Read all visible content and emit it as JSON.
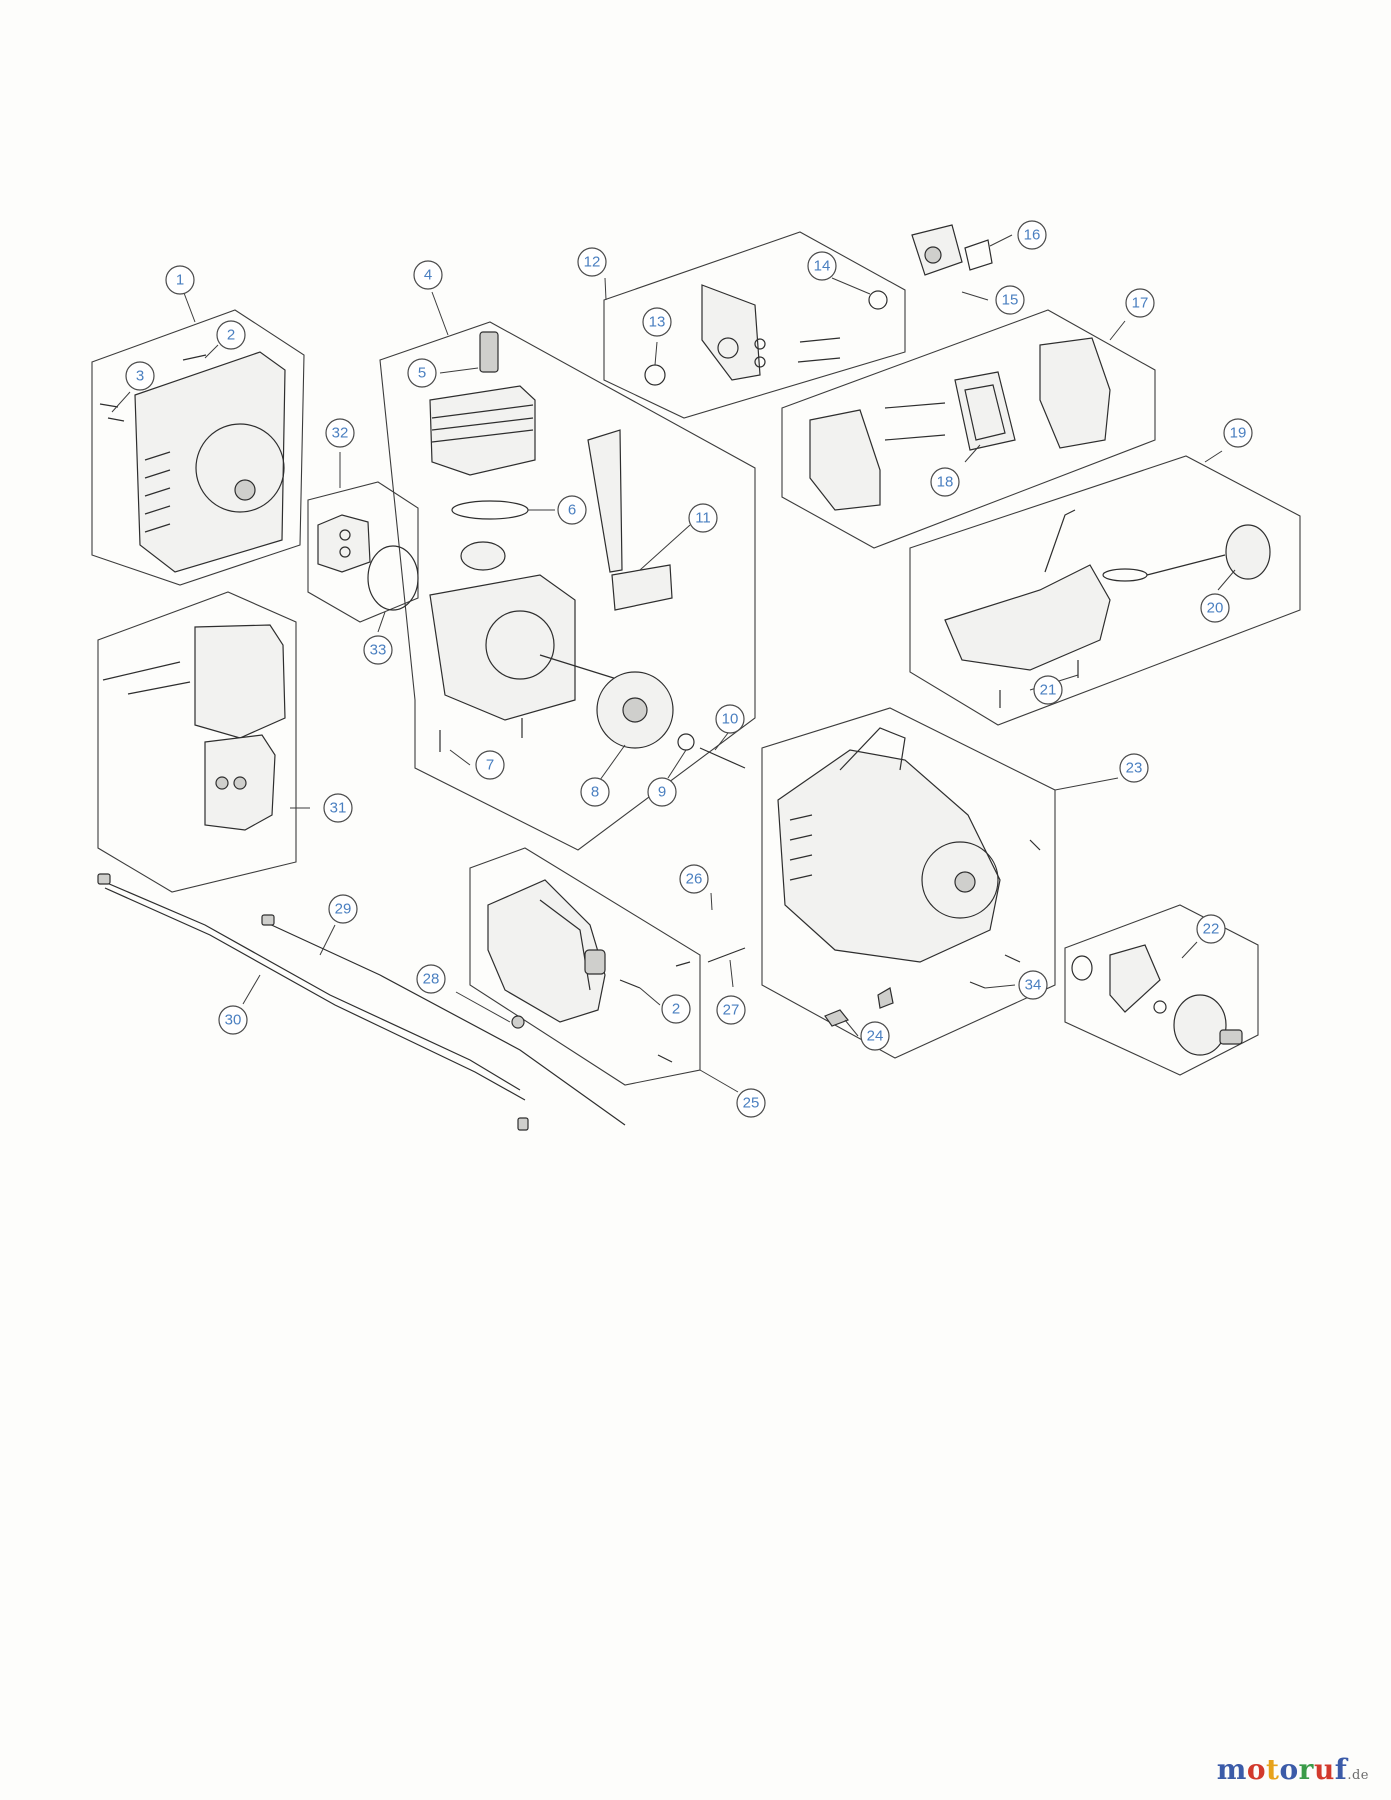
{
  "callouts": [
    {
      "label": "1"
    },
    {
      "label": "2"
    },
    {
      "label": "3"
    },
    {
      "label": "32"
    },
    {
      "label": "33"
    },
    {
      "label": "31"
    },
    {
      "label": "4"
    },
    {
      "label": "5"
    },
    {
      "label": "6"
    },
    {
      "label": "11"
    },
    {
      "label": "7"
    },
    {
      "label": "8"
    },
    {
      "label": "9"
    },
    {
      "label": "10"
    },
    {
      "label": "12"
    },
    {
      "label": "13"
    },
    {
      "label": "14"
    },
    {
      "label": "16"
    },
    {
      "label": "15"
    },
    {
      "label": "17"
    },
    {
      "label": "18"
    },
    {
      "label": "19"
    },
    {
      "label": "20"
    },
    {
      "label": "21"
    },
    {
      "label": "23"
    },
    {
      "label": "34"
    },
    {
      "label": "24"
    },
    {
      "label": "22"
    },
    {
      "label": "26"
    },
    {
      "label": "27"
    },
    {
      "label": "2"
    },
    {
      "label": "28"
    },
    {
      "label": "25"
    },
    {
      "label": "29"
    },
    {
      "label": "30"
    }
  ],
  "watermark": {
    "letters": [
      "m",
      "o",
      "t",
      "o",
      "r",
      "u",
      "f"
    ],
    "letter_colors": [
      "#3b5ba8",
      "#d23a2c",
      "#e7a21a",
      "#3b5ba8",
      "#3a9b48",
      "#d23a2c",
      "#3b5ba8"
    ],
    "suffix": ".de"
  },
  "colors": {
    "callout_text": "#4a7fc0",
    "line_art": "#2e2e2e",
    "background": "#fdfdfb"
  }
}
